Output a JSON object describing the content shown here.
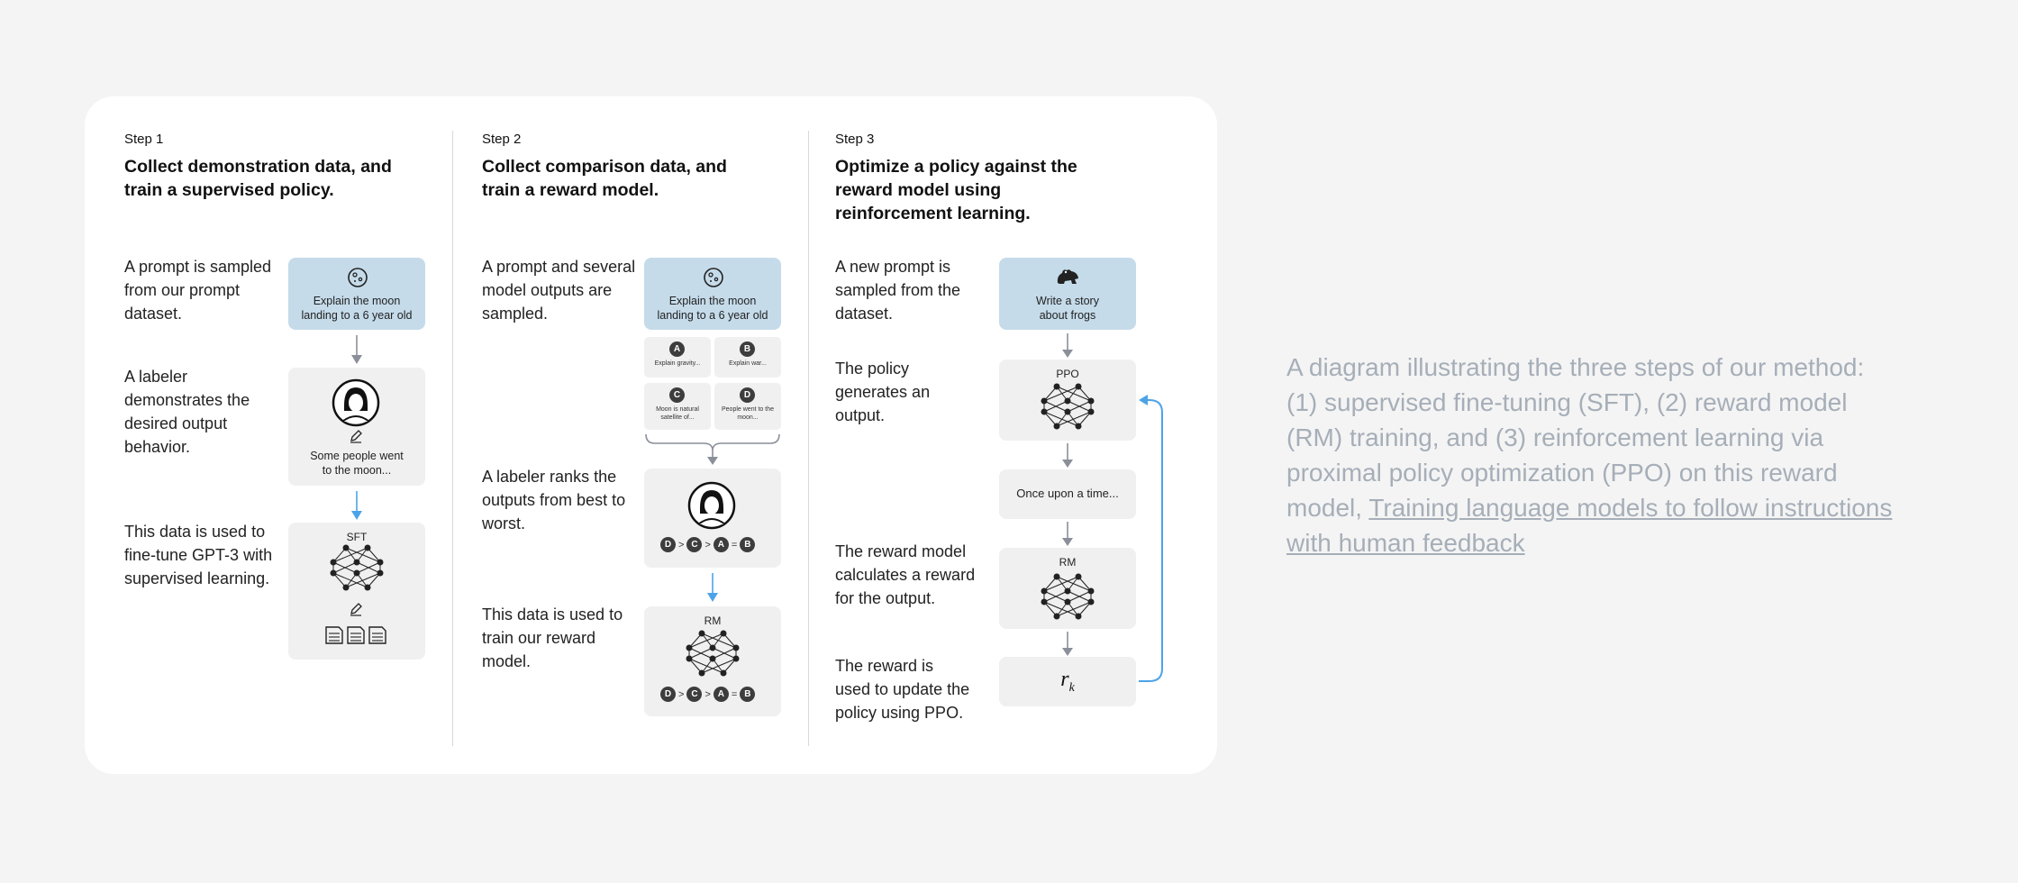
{
  "step1": {
    "label": "Step 1",
    "title": "Collect demonstration data, and train a supervised policy.",
    "p1": "A prompt is sampled from our prompt dataset.",
    "p2": "A labeler demonstrates the desired output behavior.",
    "p3": "This data is used to fine-tune GPT-3 with supervised learning.",
    "prompt": "Explain the moon landing to a 6 year old",
    "demo_text": "Some people went to the moon...",
    "model_label": "SFT"
  },
  "step2": {
    "label": "Step 2",
    "title": "Collect comparison data, and train a reward model.",
    "p1": "A prompt and several model outputs are sampled.",
    "p2": "A labeler ranks the outputs from best to worst.",
    "p3": "This data is used to train our reward model.",
    "prompt": "Explain the moon landing to a 6 year old",
    "outputs": [
      {
        "letter": "A",
        "text": "Explain gravity..."
      },
      {
        "letter": "B",
        "text": "Explain war..."
      },
      {
        "letter": "C",
        "text": "Moon is natural satellite of..."
      },
      {
        "letter": "D",
        "text": "People went to the moon..."
      }
    ],
    "ranking": [
      "D",
      ">",
      "C",
      ">",
      "A",
      "=",
      "B"
    ],
    "model_label": "RM"
  },
  "step3": {
    "label": "Step 3",
    "title": "Optimize a policy against the reward model using reinforcement learning.",
    "p1": "A new prompt is sampled from the dataset.",
    "p2": "The policy generates an output.",
    "p3": "The reward model calculates a reward for the output.",
    "p4": "The reward is used to update the policy using PPO.",
    "prompt": "Write a story about frogs",
    "policy_label": "PPO",
    "output_text": "Once upon a time...",
    "rm_label": "RM",
    "reward_symbol": "r",
    "reward_subscript": "k"
  },
  "caption": {
    "text": "A diagram illustrating the three steps of our method: (1) supervised fine-tuning (SFT), (2) reward model (RM) training, and (3) reinforcement learning via proximal policy optimization (PPO) on this reward model, ",
    "link": "Training language models to follow instructions with human feedback"
  },
  "colors": {
    "prompt_box": "#c5dbea",
    "gray_box": "#f0f0f0",
    "arrow_gray": "#8a8f99",
    "arrow_blue": "#4da3e8",
    "caption": "#a6aeb8"
  }
}
